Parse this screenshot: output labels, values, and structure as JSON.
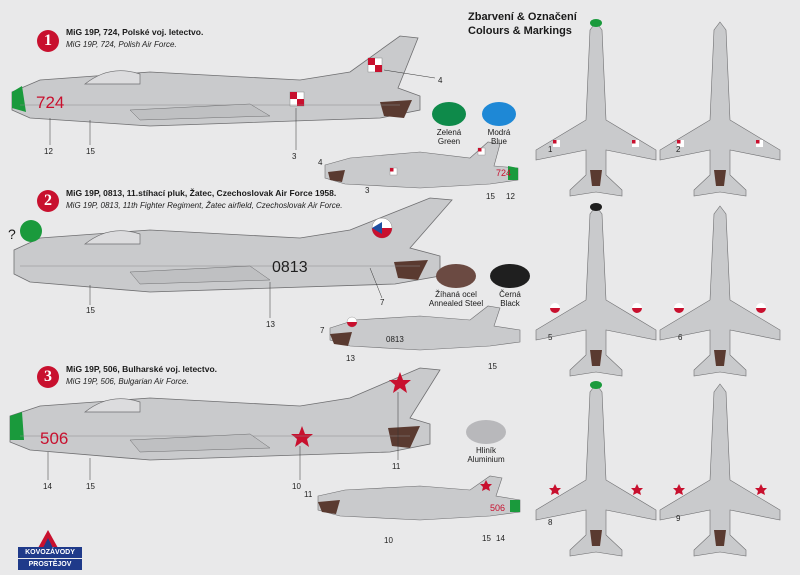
{
  "header": {
    "line1": "Zbarvení & Označení",
    "line2": "Colours & Markings"
  },
  "schemes": [
    {
      "number": "1",
      "title": "MiG 19P, 724, Polské voj. letectvo.",
      "subtitle": "MiG 19P, 724, Polish Air Force.",
      "serial": "724",
      "callouts": [
        "12",
        "15",
        "3",
        "4"
      ],
      "small_callouts": [
        "4",
        "3",
        "15",
        "12"
      ],
      "planform_callouts": [
        "1",
        "2"
      ]
    },
    {
      "number": "2",
      "title": "MiG 19P, 0813, 11.stíhací pluk, Žatec, Czechoslovak Air Force 1958.",
      "subtitle": "MiG 19P, 0813, 11th Fighter Regiment, Žatec airfield, Czechoslovak Air Force.",
      "serial": "0813",
      "question_mark": "?",
      "callouts": [
        "15",
        "13",
        "7"
      ],
      "small_callouts": [
        "7",
        "13",
        "15"
      ],
      "planform_callouts": [
        "5",
        "6"
      ]
    },
    {
      "number": "3",
      "title": "MiG 19P, 506, Bulharské voj. letectvo.",
      "subtitle": "MiG 19P, 506, Bulgarian Air Force.",
      "serial": "506",
      "callouts": [
        "14",
        "15",
        "10",
        "11"
      ],
      "small_callouts": [
        "11",
        "10",
        "15",
        "14"
      ],
      "planform_callouts": [
        "8",
        "9"
      ]
    }
  ],
  "swatches": [
    {
      "cz": "Zelená",
      "en": "Green",
      "color": "#0e8a4a"
    },
    {
      "cz": "Modrá",
      "en": "Blue",
      "color": "#1e88d6"
    },
    {
      "cz": "Žíhaná ocel",
      "en": "Annealed Steel",
      "color": "#6b4a42"
    },
    {
      "cz": "Černá",
      "en": "Black",
      "color": "#1f1f1f"
    },
    {
      "cz": "Hliník",
      "en": "Aluminium",
      "color": "#b8b8bb"
    }
  ],
  "logo": {
    "line1": "KOVOZÁVODY",
    "line2": "PROSTĚJOV"
  },
  "colors": {
    "accent": "#c8102e",
    "aircraft": "#c9cacc",
    "nose_green": "#1a9a3c",
    "exhaust": "#5a3a30"
  }
}
